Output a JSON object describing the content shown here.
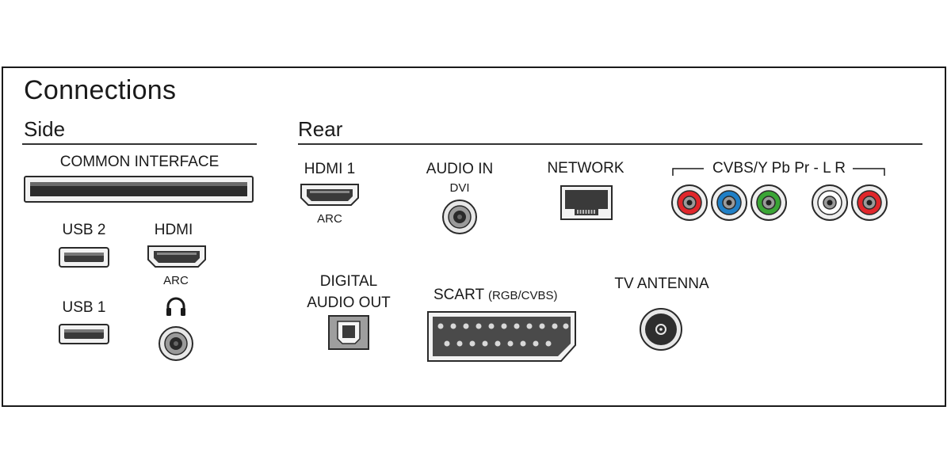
{
  "title": "Connections",
  "side": {
    "heading": "Side",
    "common_interface": "COMMON INTERFACE",
    "usb2": "USB 2",
    "hdmi": "HDMI",
    "hdmi_sub": "ARC",
    "usb1": "USB 1"
  },
  "rear": {
    "heading": "Rear",
    "hdmi1": "HDMI 1",
    "hdmi1_sub": "ARC",
    "audio_in": "AUDIO IN",
    "audio_in_sub": "DVI",
    "network": "NETWORK",
    "cvbs": "CVBS/Y Pb Pr - L R",
    "digital_audio_line1": "DIGITAL",
    "digital_audio_line2": "AUDIO OUT",
    "scart": "SCART",
    "scart_sub": "(RGB/CVBS)",
    "tv_antenna": "TV ANTENNA"
  },
  "colors": {
    "rca_red": "#e0262b",
    "rca_blue": "#1f7fc6",
    "rca_green": "#3aa535",
    "rca_white": "#ffffff",
    "rca_red_audio": "#e0262b",
    "port_dark": "#3a3a3a"
  },
  "icons": {
    "headphone": "headphone-icon"
  }
}
